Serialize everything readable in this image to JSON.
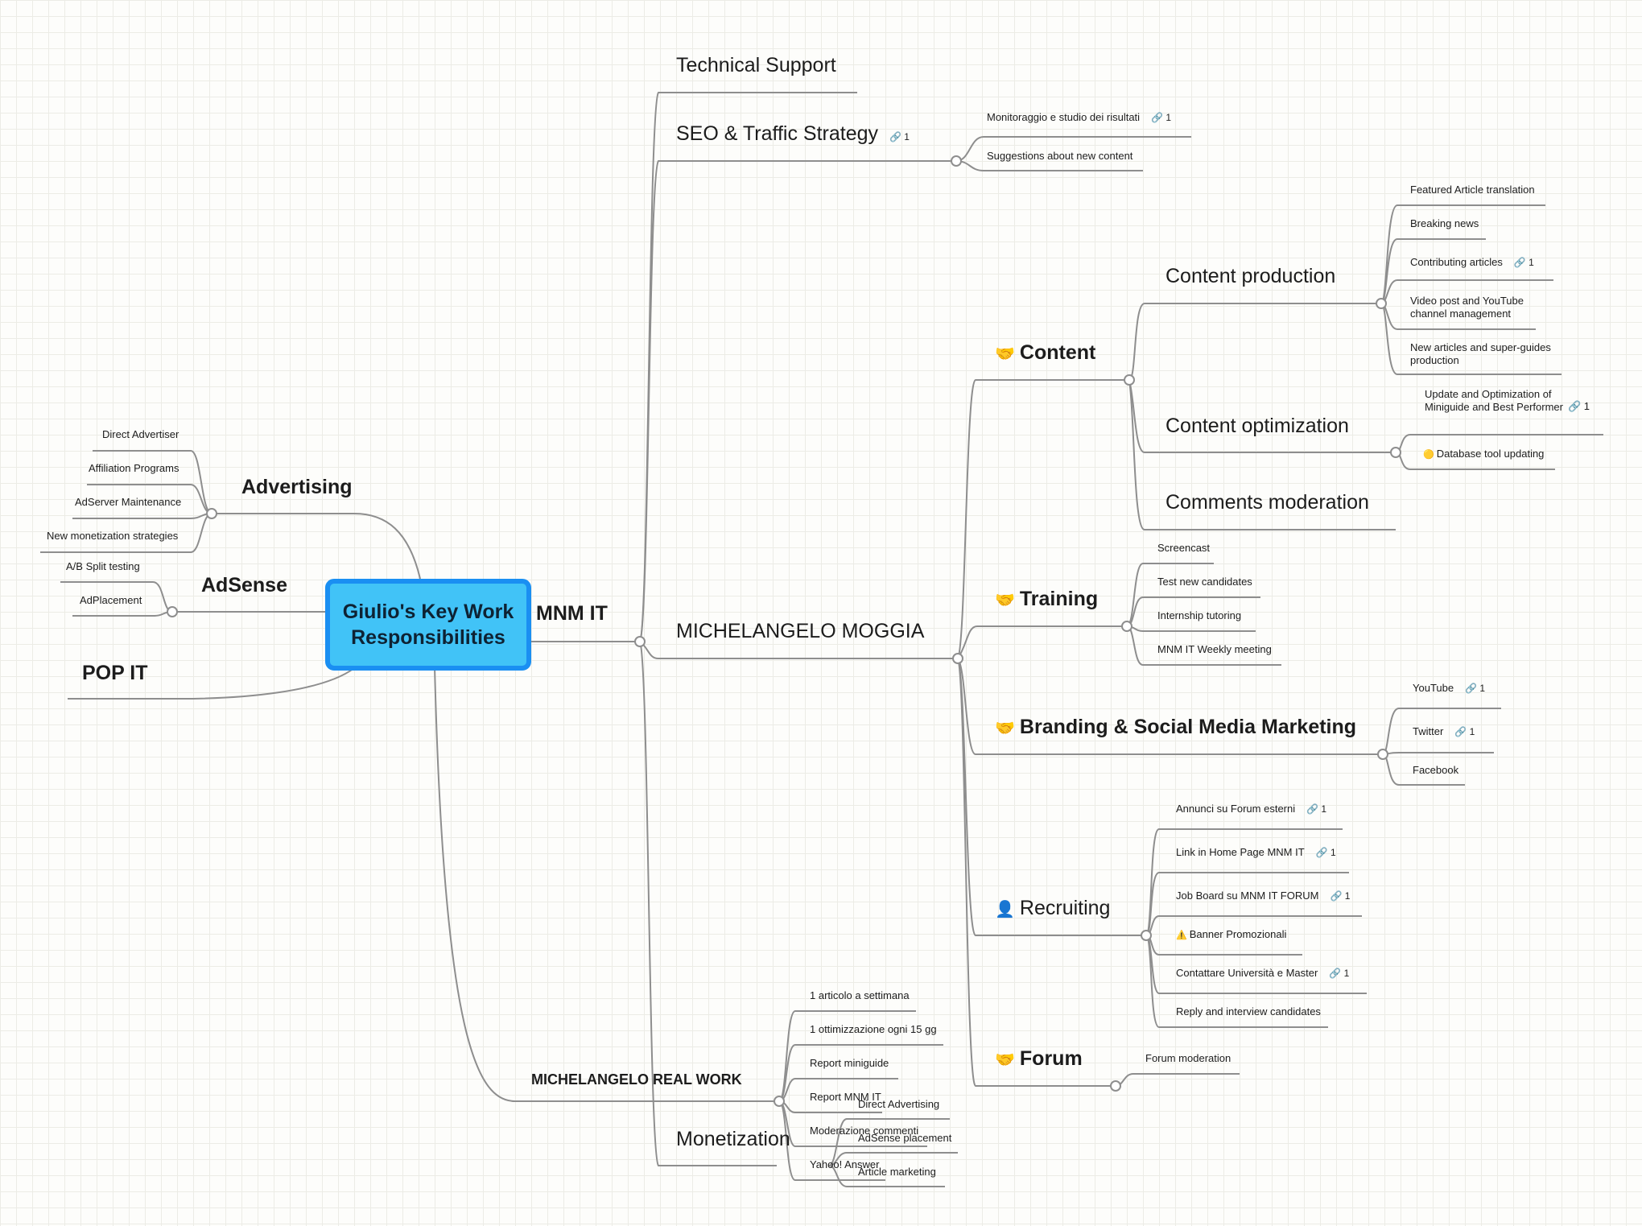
{
  "central": {
    "line1": "Giulio's Key Work",
    "line2": "Responsibilities"
  },
  "link_ref": "🔗 1",
  "icons": {
    "handshake": "🤝",
    "person": "👤",
    "warning": "⚠️",
    "dot": "🟡"
  },
  "left": {
    "advertising": {
      "label": "Advertising",
      "items": [
        "Direct Advertiser",
        "Affiliation Programs",
        "AdServer Maintenance",
        "New monetization strategies"
      ]
    },
    "adsense": {
      "label": "AdSense",
      "items": [
        "A/B Split testing",
        "AdPlacement"
      ]
    },
    "pop_it": {
      "label": "POP IT"
    }
  },
  "mnm_it": {
    "label": "MNM IT",
    "technical_support": "Technical Support",
    "seo": {
      "label": "SEO & Traffic Strategy",
      "items": [
        "Monitoraggio e studio dei risultati",
        "Suggestions about new content"
      ]
    },
    "moggia": {
      "label": "MICHELANGELO MOGGIA",
      "content": {
        "label": "Content",
        "production": {
          "label": "Content production",
          "items": [
            "Featured Article translation",
            "Breaking news",
            "Contributing articles",
            "Video post  and YouTube channel management",
            "New articles and super-guides production"
          ]
        },
        "optimization": {
          "label": "Content optimization",
          "items": [
            "Update and Optimization of Miniguide and Best Performer",
            "Database tool updating"
          ]
        },
        "moderation": {
          "label": "Comments moderation"
        }
      },
      "training": {
        "label": "Training",
        "items": [
          "Screencast",
          "Test new candidates",
          "Internship tutoring",
          "MNM IT Weekly meeting"
        ]
      },
      "branding": {
        "label": "Branding & Social Media Marketing",
        "items": [
          "YouTube",
          "Twitter",
          "Facebook"
        ]
      },
      "recruiting": {
        "label": "Recruiting",
        "items": [
          "Annunci su Forum esterni",
          "Link in Home Page MNM IT",
          "Job Board su MNM IT FORUM",
          "Banner Promozionali",
          "Contattare Università e Master",
          "Reply and interview candidates"
        ]
      },
      "forum": {
        "label": "Forum",
        "items": [
          "Forum moderation"
        ]
      }
    },
    "real_work": {
      "label": "MICHELANGELO REAL WORK",
      "items": [
        "1 articolo a settimana",
        "1 ottimizzazione ogni 15 gg",
        "Report miniguide",
        "Report MNM IT",
        "Moderazione commenti",
        "Yahoo! Answer"
      ]
    },
    "monetization": {
      "label": "Monetization",
      "items": [
        "Direct Advertising",
        "AdSense placement",
        "Article marketing"
      ]
    }
  }
}
